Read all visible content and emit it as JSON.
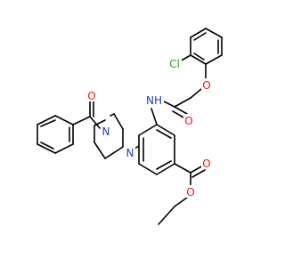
{
  "molecule": {
    "atoms": {
      "cl": {
        "symbol": "Cl",
        "color": "#33a02c"
      },
      "o_ether": {
        "symbol": "O",
        "color": "#e31a1c"
      },
      "o_amide": {
        "symbol": "O",
        "color": "#e31a1c"
      },
      "nh": {
        "symbol": "NH",
        "color": "#1f3fbf"
      },
      "o_benzoyl": {
        "symbol": "O",
        "color": "#e31a1c"
      },
      "n1": {
        "symbol": "N",
        "color": "#1f3fbf"
      },
      "n4": {
        "symbol": "N",
        "color": "#1f3fbf"
      },
      "o_ester_carbonyl": {
        "symbol": "O",
        "color": "#e31a1c"
      },
      "o_ester": {
        "symbol": "O",
        "color": "#e31a1c"
      }
    }
  }
}
